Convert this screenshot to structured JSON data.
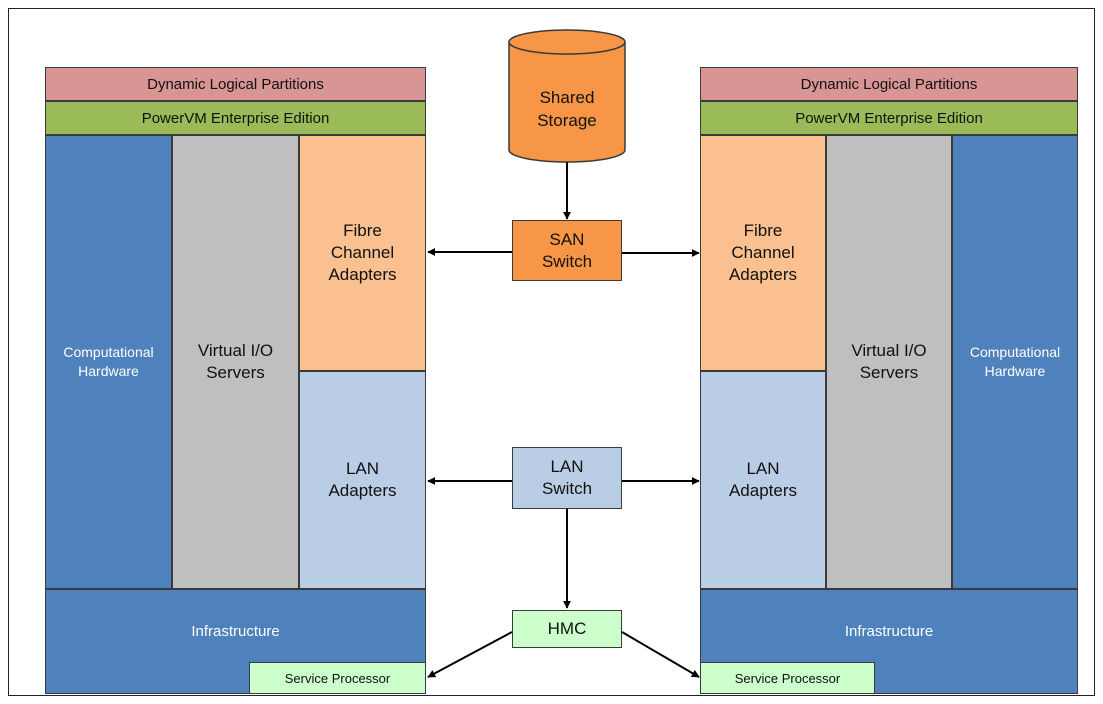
{
  "colors": {
    "dlpar": "#d99594",
    "powervm": "#9bbb59",
    "computational": "#4f81bd",
    "vios": "#bfbfbf",
    "fibre": "#fac090",
    "lan": "#b9cde5",
    "infrastructure": "#4f81bd",
    "service_processor": "#ccffcc",
    "storage": "#f79646",
    "san_switch": "#f79646",
    "lan_switch": "#b9cde5",
    "hmc": "#ccffcc"
  },
  "left_server": {
    "dlpar": "Dynamic Logical Partitions",
    "powervm": "PowerVM Enterprise Edition",
    "computational": "Computational\nHardware",
    "vios": "Virtual I/O\nServers",
    "fibre": "Fibre\nChannel\nAdapters",
    "lan": "LAN\nAdapters",
    "infrastructure": "Infrastructure",
    "service_processor": "Service Processor"
  },
  "right_server": {
    "dlpar": "Dynamic Logical Partitions",
    "powervm": "PowerVM Enterprise Edition",
    "computational": "Computational\nHardware",
    "vios": "Virtual I/O\nServers",
    "fibre": "Fibre\nChannel\nAdapters",
    "lan": "LAN\nAdapters",
    "infrastructure": "Infrastructure",
    "service_processor": "Service Processor"
  },
  "shared_storage": "Shared\nStorage",
  "san_switch": "SAN\nSwitch",
  "lan_switch": "LAN\nSwitch",
  "hmc": "HMC"
}
